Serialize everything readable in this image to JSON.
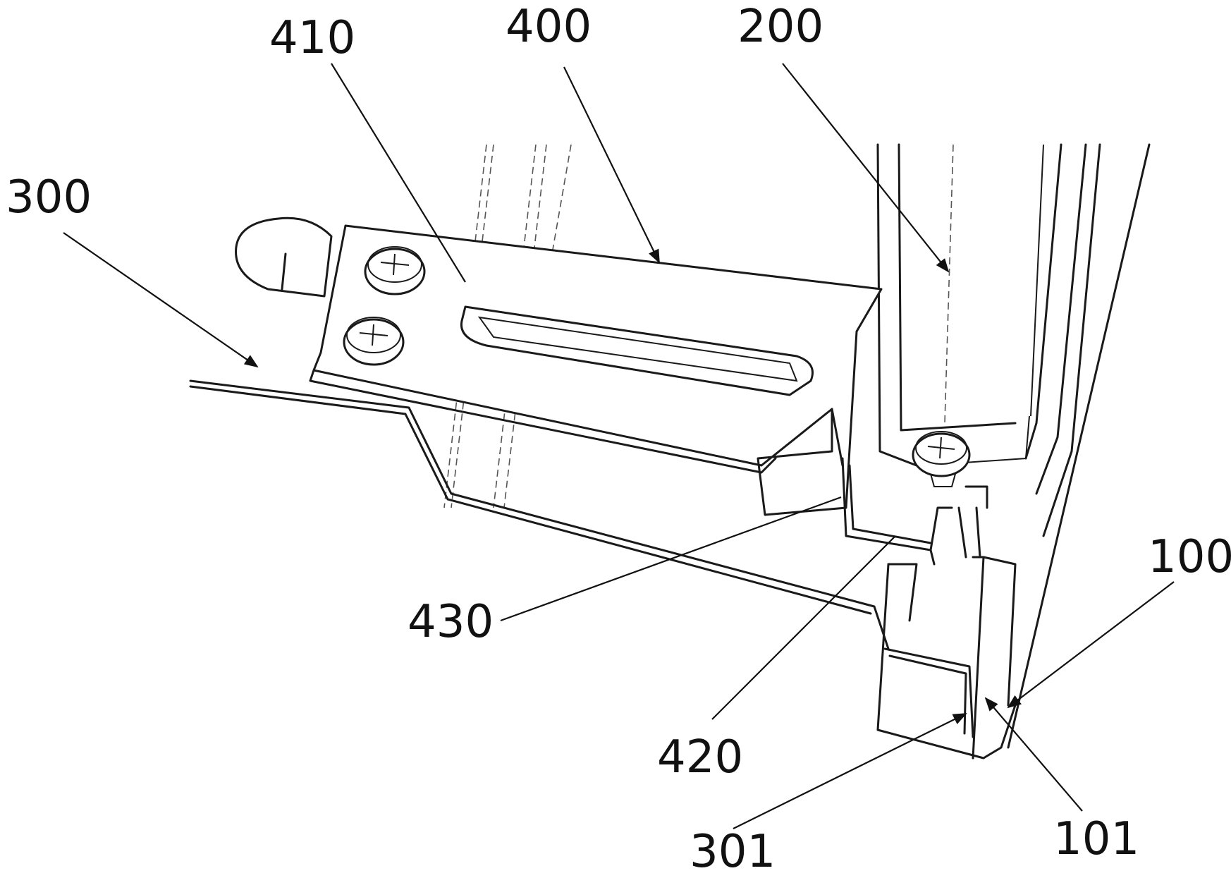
{
  "figure": {
    "labels": {
      "l300": "300",
      "l410": "410",
      "l400": "400",
      "l200": "200",
      "l100": "100",
      "l430": "430",
      "l420": "420",
      "l301": "301",
      "l101": "101"
    }
  }
}
